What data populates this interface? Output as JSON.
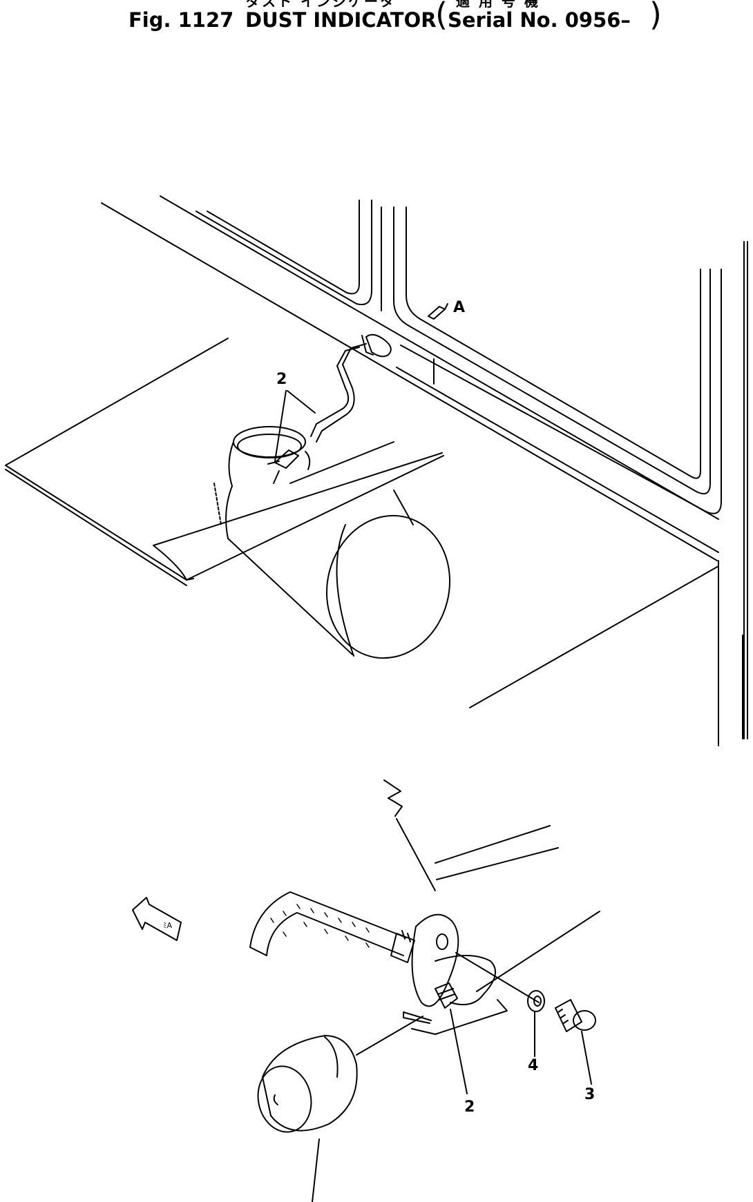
{
  "header": {
    "figure_number": "Fig. 1127",
    "title": "DUST INDICATOR",
    "serial": "Serial No. 0956–",
    "title_katakana": "ダスト インジケータ",
    "serial_kanji": "適 用 号 機"
  },
  "callouts": {
    "upper_part": "2",
    "view_arrow": "A",
    "lower_part_2": "2",
    "lower_part_3": "3",
    "lower_part_4": "4"
  },
  "colors": {
    "ink": "#000000",
    "paper": "#ffffff"
  }
}
